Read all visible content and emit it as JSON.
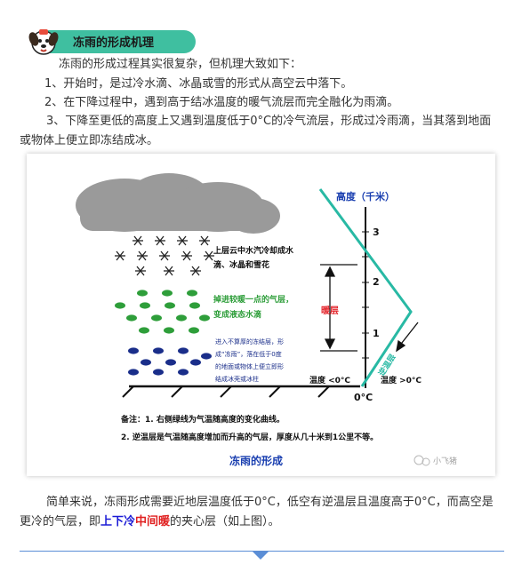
{
  "header": {
    "title": "冻雨的形成机理"
  },
  "intro": "冻雨的形成过程其实很复杂，但机理大致如下：",
  "steps": [
    "1、开始时，是过冷水滴、冰晶或雪的形式从高空云中落下。",
    "2、在下降过程中，遇到高于结冰温度的暖气流层而完全融化为雨滴。",
    "3、下降至更低的高度上又遇到温度低于0°C的冷气流层，形成过冷雨滴，当其落到地面或物体上便立即冻结成冰。"
  ],
  "figure": {
    "axis_title": "高度（千米）",
    "ticks": [
      "3",
      "2",
      "1"
    ],
    "zero_label": "0°C",
    "label_upper": [
      "上层云中水汽冷却成水",
      "滴、冰晶和雪花"
    ],
    "label_middle": [
      "掉进较暖一点的气层，",
      "变成液态水滴"
    ],
    "label_lower": [
      "进入不算厚的冻结层，形",
      "成“冻雨”，落在低于0度",
      "的地面或物体上便立即形",
      "结成冰壳或冰柱"
    ],
    "warm_layer": "暖层",
    "inversion_layer": "逆温层",
    "temp_left": "温度 <0°C",
    "temp_right": "温度 >0°C",
    "notes": [
      "备注：1. 右侧绿线为气温随高度的变化曲线。",
      "2. 逆温层是气温随高度增加而升高的气层，厚度从几十米到1公里不等。"
    ],
    "caption": "冻雨的形成",
    "watermark": "小飞猪",
    "colors": {
      "line": "#28b9a4",
      "warm": "#e4232a",
      "green_drop": "#2e9e3a",
      "blue_drop": "#1a2e8a",
      "cloud": "#9a9a9a"
    }
  },
  "summary": {
    "part1": "简单来说，冻雨形成需要近地层温度低于0°C，低空有逆温层且温度高于0°C，而高空是更冷的气层，即",
    "blue1": "上下冷",
    "red": "中间暖",
    "part2": "的夹心层（如上图）。"
  }
}
